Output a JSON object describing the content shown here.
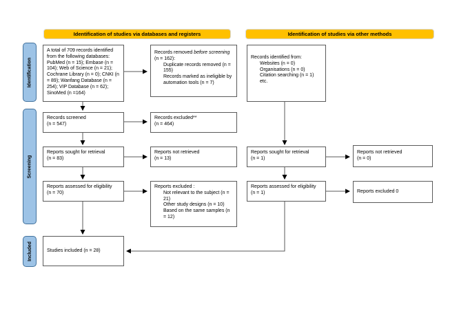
{
  "headers": {
    "databases": "Identification of studies via databases and registers",
    "other": "Identification of studies via other methods"
  },
  "stages": {
    "identification": "Identification",
    "screening": "Screening",
    "included": "Included"
  },
  "colors": {
    "header_bg": "#FFC000",
    "stage_bg": "#9DC3E6",
    "stage_border": "#41719C",
    "box_border": "#595959",
    "arrow_line": "#595959",
    "arrow_head": "#000000"
  },
  "boxes": {
    "db_records": {
      "text": "A total of 709 records identified from the following databases: PubMed (n = 15); Embase (n = 104); Web of Science (n = 21); Cochrane Library (n = 0); CNKI (n = 89); Wanfang Database (n = 254); VIP Database (n = 62); SinoMed (n =164)"
    },
    "records_removed": {
      "prefix": "Records removed ",
      "italic": "before screening",
      "suffix": " (n = 162):",
      "items": [
        "Duplicate records removed (n = 155)",
        "Records marked as ineligible by automation tools (n = 7)"
      ]
    },
    "other_records": {
      "head": "Records identified from:",
      "items": [
        "Websites (n = 0)",
        "Organisations (n = 0)",
        "Citation searching (n = 1)",
        "etc."
      ]
    },
    "records_screened": {
      "line1": "Records screened",
      "line2": "(n = 547)"
    },
    "records_excluded": {
      "line1": "Records excluded**",
      "line2": "(n = 464)"
    },
    "reports_sought_db": {
      "line1": "Reports sought for retrieval",
      "line2": "(n = 83)"
    },
    "reports_not_retrieved_db": {
      "line1": "Reports not retrieved",
      "line2": "(n = 13)"
    },
    "reports_assessed_db": {
      "line1": "Reports assessed for eligibility",
      "line2": "(n = 70)"
    },
    "reports_excluded_db": {
      "head": "Reports excluded :",
      "items": [
        "Not relevant to the subject (n = 21)",
        "Other study designs (n = 10)",
        "Based on the same samples (n = 12)"
      ]
    },
    "reports_sought_other": {
      "line1": "Reports sought for retrieval",
      "line2": "(n = 1)"
    },
    "reports_not_retrieved_other": {
      "line1": "Reports not retrieved",
      "line2": "(n = 0)"
    },
    "reports_assessed_other": {
      "line1": "Reports assessed for eligibility",
      "line2": "(n = 1)"
    },
    "reports_excluded_other": {
      "text": "Reports excluded 0"
    },
    "studies_included": {
      "text": "Studies included (n = 28)"
    }
  }
}
